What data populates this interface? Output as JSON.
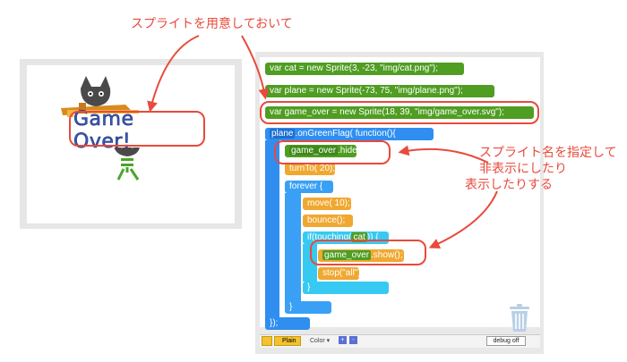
{
  "annotations": {
    "top": "スプライトを用意しておいて",
    "right_line1": "スプライト名を指定して",
    "right_line2": "非表示にしたり",
    "right_line3": "表示したりする"
  },
  "stage": {
    "game_over_text": "Game Over!"
  },
  "code": {
    "line1": "var cat = new Sprite(3, -23, \"img/cat.png\");",
    "line2": "var plane = new Sprite(-73, 75, \"img/plane.png\");",
    "line3": "var game_over = new Sprite(18, 39, \"img/game_over.svg\");",
    "event_obj": "plane",
    "event_rest": ".onGreenFlag(  function(){",
    "hide_obj": "game_over",
    "hide_rest": ".hide();",
    "turnto": "turnTo( 20);",
    "forever": "forever {",
    "move": "move( 10);",
    "bounce": "bounce();",
    "if_pre": "if(touching(",
    "if_arg": "cat",
    "if_post": ")) {",
    "show_obj": "game_over",
    "show_rest": ".show();",
    "stop": "stop(\"all\");",
    "close_brace": "}",
    "close_forever": "}",
    "close_event": "});"
  },
  "toolbar": {
    "plain": "Plain",
    "color": "Color",
    "plus": "+",
    "minus": "-",
    "debug": "debug off"
  },
  "colors": {
    "accent_red": "#e84a3c",
    "block_green": "#4f9d22",
    "block_blue": "#2f8ef0",
    "block_orange": "#f0a830",
    "block_cyan": "#36c9f2"
  }
}
